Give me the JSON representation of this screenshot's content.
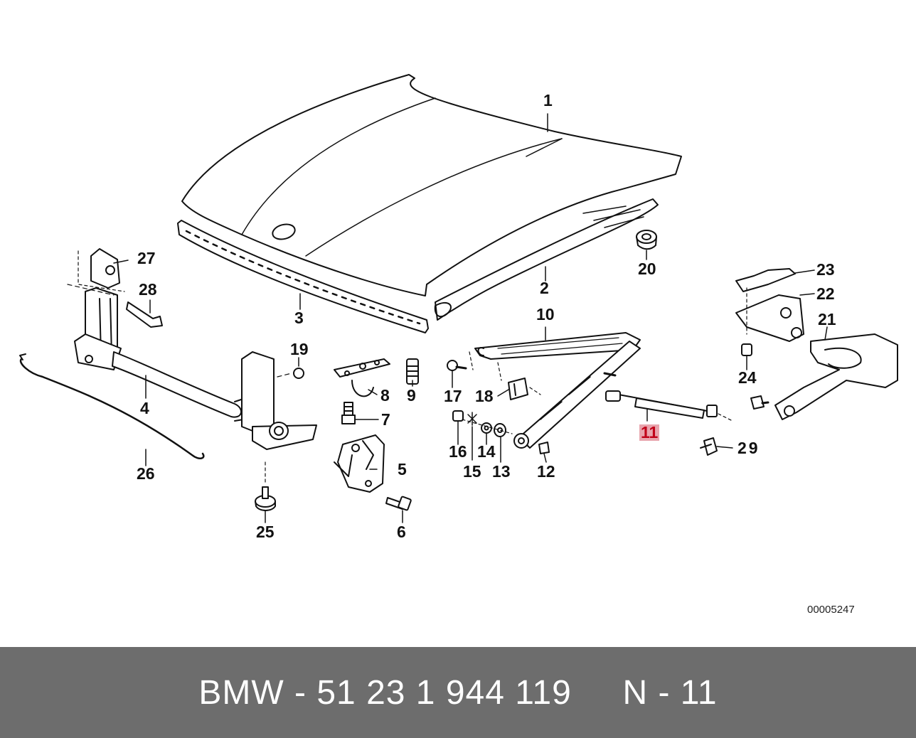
{
  "diagram": {
    "reference_code": "00005247",
    "highlight_color": "#e8a4ad",
    "labels": [
      {
        "id": "1",
        "text": "1"
      },
      {
        "id": "2",
        "text": "2"
      },
      {
        "id": "3",
        "text": "3"
      },
      {
        "id": "4",
        "text": "4"
      },
      {
        "id": "5",
        "text": "5"
      },
      {
        "id": "6",
        "text": "6"
      },
      {
        "id": "7",
        "text": "7"
      },
      {
        "id": "8",
        "text": "8"
      },
      {
        "id": "9",
        "text": "9"
      },
      {
        "id": "10",
        "text": "10"
      },
      {
        "id": "11",
        "text": "11",
        "highlighted": true
      },
      {
        "id": "12",
        "text": "12"
      },
      {
        "id": "13",
        "text": "13"
      },
      {
        "id": "14",
        "text": "14"
      },
      {
        "id": "15",
        "text": "15"
      },
      {
        "id": "16",
        "text": "16"
      },
      {
        "id": "17",
        "text": "17"
      },
      {
        "id": "18",
        "text": "18"
      },
      {
        "id": "19",
        "text": "19"
      },
      {
        "id": "20",
        "text": "20"
      },
      {
        "id": "21",
        "text": "21"
      },
      {
        "id": "22",
        "text": "22"
      },
      {
        "id": "23",
        "text": "23"
      },
      {
        "id": "24",
        "text": "24"
      },
      {
        "id": "25",
        "text": "25"
      },
      {
        "id": "26",
        "text": "26"
      },
      {
        "id": "27",
        "text": "27"
      },
      {
        "id": "28",
        "text": "28"
      },
      {
        "id": "29",
        "text": "29"
      }
    ]
  },
  "footer": {
    "brand": "BMW",
    "separator": "-",
    "part_number": "51 23 1 944 119",
    "position_prefix": "N",
    "position_number": "11",
    "background": "#6d6d6d"
  }
}
